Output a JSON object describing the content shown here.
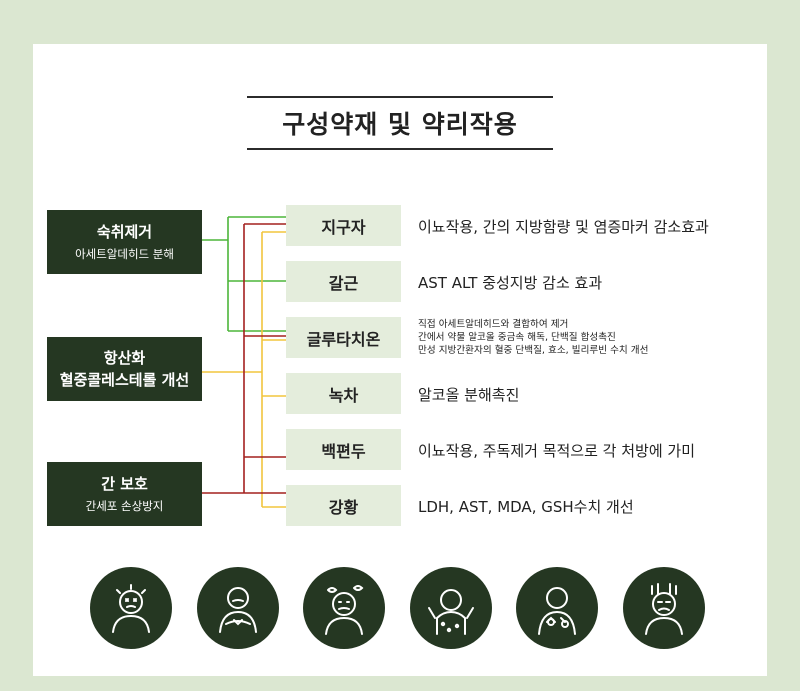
{
  "title": "구성약재 및 약리작용",
  "categories": [
    {
      "main": "숙취제거",
      "sub": "아세트알데히드 분해"
    },
    {
      "main": "항산화",
      "sub": "혈중콜레스테롤 개선"
    },
    {
      "main": "간 보호",
      "sub": "간세포 손상방지"
    }
  ],
  "herbs": [
    {
      "name": "지구자",
      "effect": "이뇨작용, 간의 지방함량 및 염증마커 감소효과"
    },
    {
      "name": "갈근",
      "effect": "AST ALT 중성지방 감소 효과"
    },
    {
      "name": "글루타치온",
      "effect_lines": [
        "직접 아세트알데히드와 결합하여 제거",
        "간에서 약물 알코올 중금속 해독, 단백질 합성촉진",
        "만성 지방간환자의 혈중 단백질, 효소, 빌리루빈 수치 개선"
      ]
    },
    {
      "name": "녹차",
      "effect": "알코올 분해촉진"
    },
    {
      "name": "백편두",
      "effect": "이뇨작용, 주독제거 목적으로 각 처방에 가미"
    },
    {
      "name": "강황",
      "effect": "LDH, AST, MDA, GSH수치 개선"
    }
  ],
  "colors": {
    "dark": "#253722",
    "herb_bg": "#e4eddc",
    "background": "#dbe7d1",
    "line_green": "#4db53a",
    "line_yellow": "#f2c53d",
    "line_red": "#a3201f"
  },
  "icons": [
    "hangover-dizzy-person-icon",
    "chest-pain-person-icon",
    "headache-person-icon",
    "itchy-skin-person-icon",
    "liver-pain-person-icon",
    "fatigue-person-icon"
  ]
}
